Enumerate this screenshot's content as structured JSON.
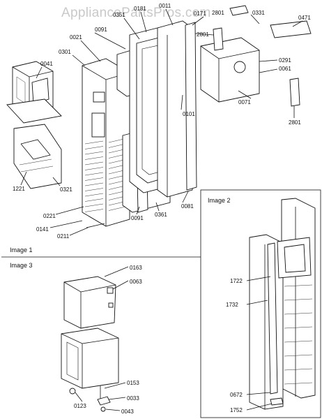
{
  "watermark": "AppliancePartsPros.com",
  "sections": {
    "image1": "Image 1",
    "image2": "Image 2",
    "image3": "Image 3"
  },
  "labels": {
    "p0011": "0011",
    "p0181": "0181",
    "p0351": "0351",
    "p0171": "0171",
    "p2801a": "2801",
    "p0331": "0331",
    "p0471": "0471",
    "p0091a": "0091",
    "p0021": "0021",
    "p0301": "0301",
    "p0041": "0041",
    "p2801b": "2801",
    "p0291": "0291",
    "p0061": "0061",
    "p0071": "0071",
    "p0101": "0101",
    "p2801c": "2801",
    "p1221": "1221",
    "p0321": "0321",
    "p0081": "0081",
    "p0221": "0221",
    "p0091b": "0091",
    "p0361": "0361",
    "p0141": "0141",
    "p0211": "0211",
    "p0163": "0163",
    "p0063": "0063",
    "p0153": "0153",
    "p0123": "0123",
    "p0033": "0033",
    "p0043": "0043",
    "p1722": "1722",
    "p1732": "1732",
    "p0672": "0672",
    "p1752": "1752"
  }
}
